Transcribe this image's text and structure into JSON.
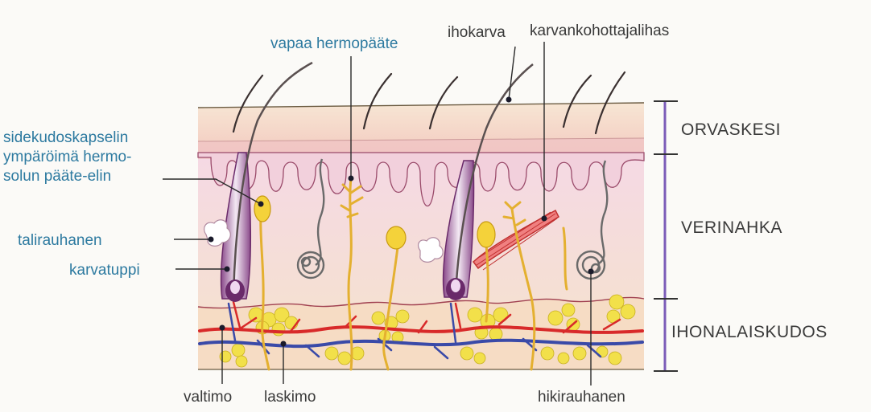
{
  "labels": {
    "free_nerve_ending": "vapaa hermopääte",
    "hair": "ihokarva",
    "arrector_muscle": "karvankohottajalihas",
    "capsule_line1": "sidekudoskapselin",
    "capsule_line2": "ympäröimä hermo-",
    "capsule_line3": "solun pääte-elin",
    "sebaceous_gland": "talirauhanen",
    "hair_follicle": "karvatuppi",
    "artery": "valtimo",
    "vein": "laskimo",
    "sweat_gland": "hikirauhanen"
  },
  "layers": {
    "epidermis": "ORVASKESI",
    "dermis": "VERINAHKA",
    "subcutis": "IHONALAISKUDOS"
  },
  "colors": {
    "label_blue": "#2d7aa0",
    "label_dark": "#3a3a3a",
    "layer_bracket": "#7b5cb8",
    "epidermis_fill": "#f6d7c4",
    "dermis_fill": "#f4c9d6",
    "subcutis_fill": "#f7dcc3",
    "fat_yellow": "#f3e24e",
    "artery_red": "#d82a2a",
    "vein_blue": "#3a4aa8",
    "nerve_yellow": "#e8b52c"
  }
}
